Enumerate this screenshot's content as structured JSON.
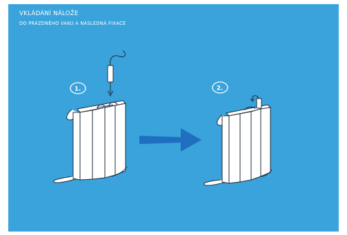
{
  "title_line1": "VKLÁDÁNÍ NÁLOŽE",
  "title_line2": "DO PRÁZDNÉHO VAKU A NÁSLEDNÁ FIXACE",
  "steps": [
    {
      "label": "1."
    },
    {
      "label": "2."
    }
  ],
  "colors": {
    "background": "#3aa3db",
    "arrow": "#1f6fc0",
    "outline": "#1d2b3a",
    "bag": "#ffffff"
  }
}
